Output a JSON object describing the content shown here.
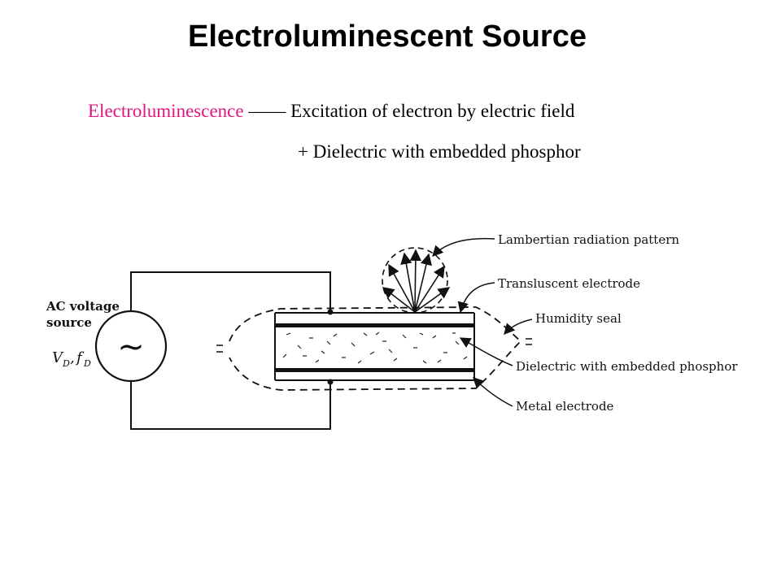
{
  "slide": {
    "title": "Electroluminescent Source",
    "line1": {
      "highlight": "Electroluminescence",
      "rest": " —— Excitation of electron by electric field"
    },
    "line2": "+ Dielectric with embedded phosphor",
    "highlight_color": "#e0167f"
  },
  "diagram": {
    "source_label_1": "AC voltage",
    "source_label_2": "source",
    "source_symbol": "~",
    "voltage_label": "V",
    "voltage_sub": "D",
    "freq_label": "f",
    "freq_sub": "D",
    "callouts": {
      "lambertian": "Lambertian radiation pattern",
      "translucent": "Transluscent electrode",
      "humidity": "Humidity seal",
      "dielectric": "Dielectric with embedded phosphor",
      "metal": "Metal electrode"
    }
  }
}
